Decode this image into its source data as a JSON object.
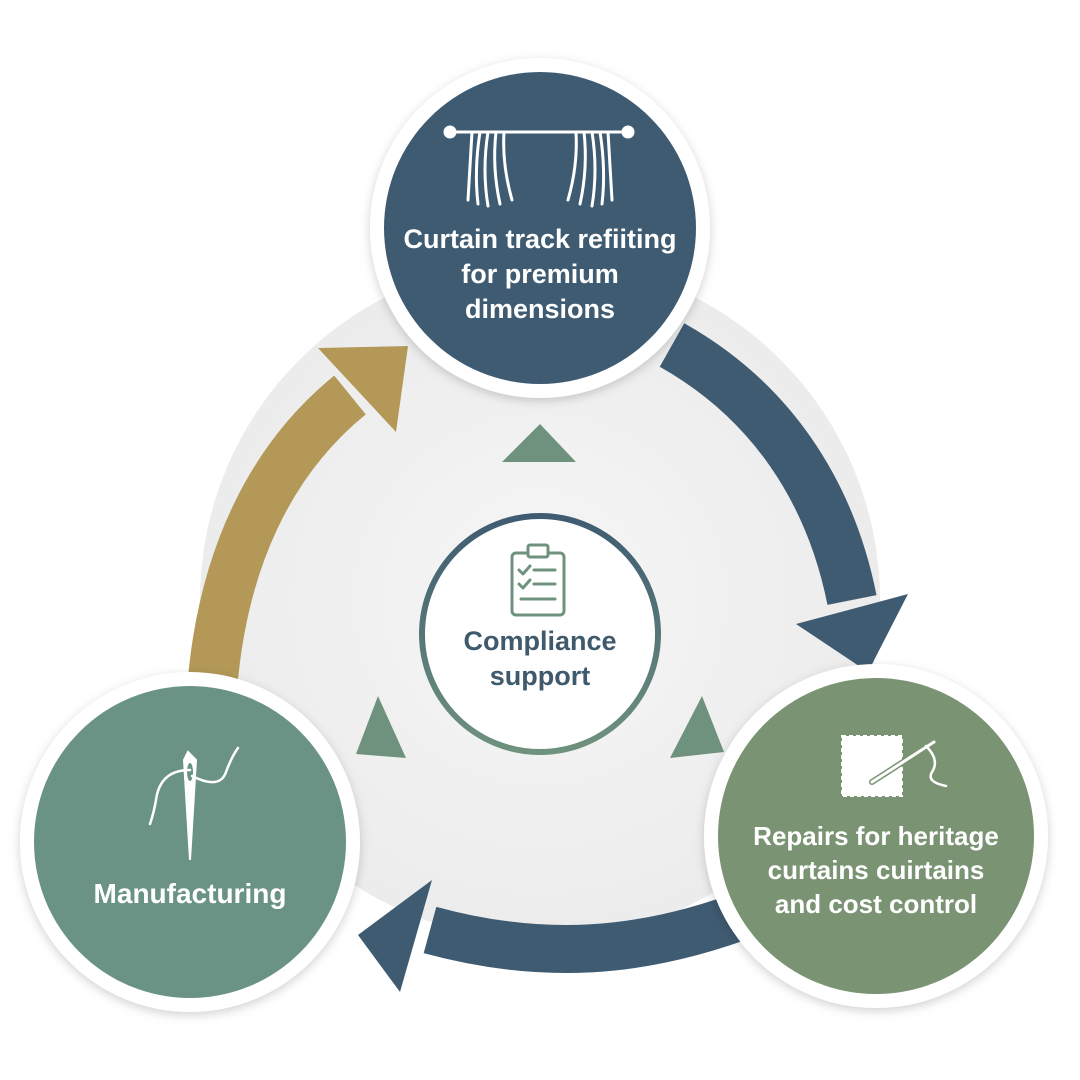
{
  "diagram": {
    "center": {
      "label": "Compliance\nsupport",
      "icon": "clipboard-checklist-icon"
    },
    "nodes": [
      {
        "id": "top",
        "label": "Curtain track refiiting\nfor premium\ndimensions",
        "icon": "curtain-rod-icon",
        "color": "#3f5b72"
      },
      {
        "id": "right",
        "label": "Repairs for heritage\ncurtains cuirtains\nand cost control",
        "icon": "needle-patch-icon",
        "color": "#7a9372"
      },
      {
        "id": "left",
        "label": "Manufacturing",
        "icon": "needle-thread-icon",
        "color": "#6a9386"
      }
    ],
    "arrow_colors": {
      "gold": "#b39857",
      "navy": "#3f5b72"
    },
    "triangle_color": "#6f927e"
  }
}
